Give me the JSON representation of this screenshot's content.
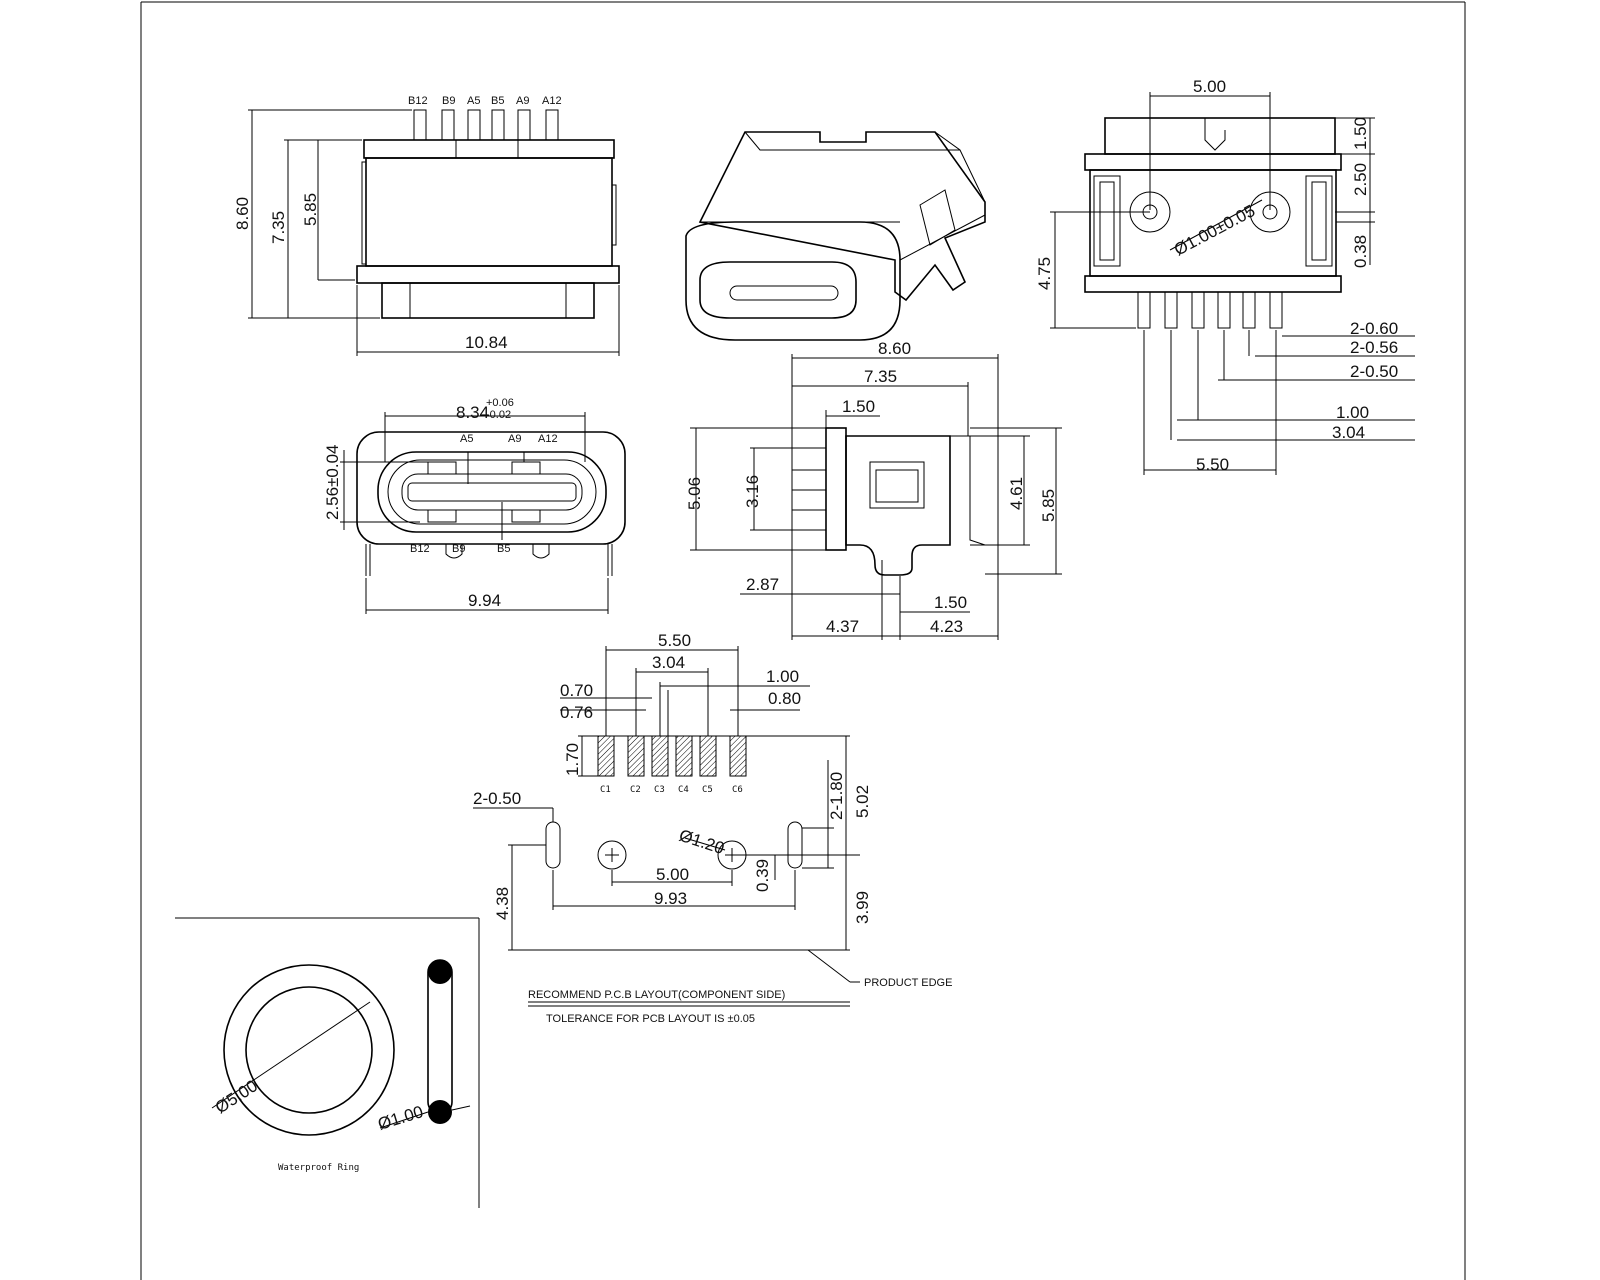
{
  "side_view": {
    "pins": [
      "B12",
      "B9",
      "A5",
      "B5",
      "A9",
      "A12"
    ],
    "dims": {
      "h1": "8.60",
      "h2": "7.35",
      "h3": "5.85",
      "w": "10.84"
    }
  },
  "front_view": {
    "width": "8.34",
    "tol_upper": "+0.06",
    "tol_lower": "-0.02",
    "height": "2.56±0.04",
    "pins_top": [
      "A5",
      "A9",
      "A12"
    ],
    "pins_bottom": [
      "B12",
      "B9",
      "B5"
    ],
    "bottom_width": "9.94"
  },
  "right_view": {
    "top": "5.00",
    "r1": "1.50",
    "r2": "2.50",
    "r3": "0.38",
    "left": "4.75",
    "hole": "Ø1.00±0.05",
    "d1": "2-0.60",
    "d2": "2-0.56",
    "d3": "2-0.50",
    "d4": "1.00",
    "d5": "3.04",
    "bottom": "5.50"
  },
  "profile_view": {
    "d860": "8.60",
    "d735": "7.35",
    "d150": "1.50",
    "d506": "5.06",
    "d316": "3.16",
    "d461": "4.61",
    "d585": "5.85",
    "d287": "2.87",
    "d150b": "1.50",
    "d437": "4.37",
    "d423": "4.23"
  },
  "pcb_layout": {
    "d550": "5.50",
    "d304": "3.04",
    "d100": "1.00",
    "d070": "0.70",
    "d076": "0.76",
    "d080": "0.80",
    "d170": "1.70",
    "pads": [
      "C1",
      "C2",
      "C3",
      "C4",
      "C5",
      "C6"
    ],
    "slot_left": "2-0.50",
    "slot_right": "2-1.80",
    "d502": "5.02",
    "hole": "Ø1.20",
    "d500": "5.00",
    "d039": "0.39",
    "d993": "9.93",
    "d438": "4.38",
    "d399": "3.99",
    "edge_label": "PRODUCT EDGE",
    "note1": "RECOMMEND P.C.B LAYOUT(COMPONENT SIDE)",
    "note2": "TOLERANCE FOR PCB LAYOUT IS ±0.05"
  },
  "waterproof_ring": {
    "outer": "Ø5.00",
    "cross": "Ø1.00",
    "label": "Waterproof Ring"
  }
}
